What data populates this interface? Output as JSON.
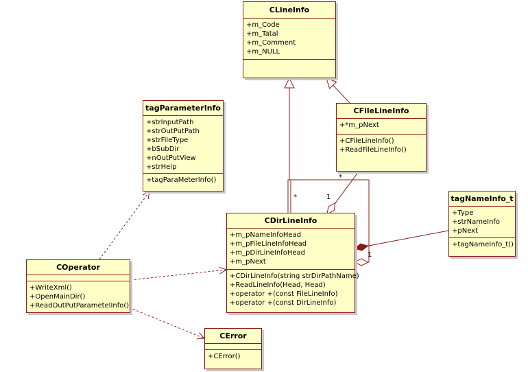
{
  "classes": {
    "clineinfo": {
      "name": "CLineInfo",
      "attributes": [
        "+m_Code",
        "+m_Tatal",
        "+m_Comment",
        "+m_NULL"
      ],
      "operations": []
    },
    "tagparameterinfo": {
      "name": "tagParameterInfo",
      "attributes": [
        "+strInputPath",
        "+strOutPutPath",
        "+strFileType",
        "+bSubDir",
        "+nOutPutView",
        "+strHelp"
      ],
      "operations": [
        "+tagParaMeterInfo()"
      ]
    },
    "cfilelineinfo": {
      "name": "CFileLineInfo",
      "attributes": [
        "+*m_pNext"
      ],
      "operations": [
        "+CFileLineInfo()",
        "+ReadFileLineInfo()"
      ]
    },
    "tagnameinfo_t": {
      "name": "tagNameInfo_t",
      "attributes": [
        "+Type",
        "+strNameInfo",
        "+pNext"
      ],
      "operations": [
        "+tagNameInfo_t()"
      ]
    },
    "cdirlineinfo": {
      "name": "CDirLineInfo",
      "attributes": [
        "+m_pNameInfoHead",
        "+m_pFileLineInfoHead",
        "+m_pDirLineInfoHead",
        "+m_pNext"
      ],
      "operations": [
        "+CDirLineInfo(string strDirPathName)",
        "+ReadLineInfo(Head, Head)",
        "+operator +(const FileLineInfo)",
        "+operator +(const DirLineInfo)"
      ]
    },
    "coperator": {
      "name": "COperator",
      "attributes": [],
      "operations": [
        "+WriteXml()",
        "+OpenMainDir()",
        "+ReadOutPutParametelInfo()"
      ]
    },
    "cerror": {
      "name": "CError",
      "attributes": [],
      "operations": [
        "+CError()"
      ]
    }
  },
  "multiplicities": {
    "dir_gen_star": "*",
    "self_star": "*",
    "file_agg_one": "1",
    "name_comp_one": "1"
  }
}
